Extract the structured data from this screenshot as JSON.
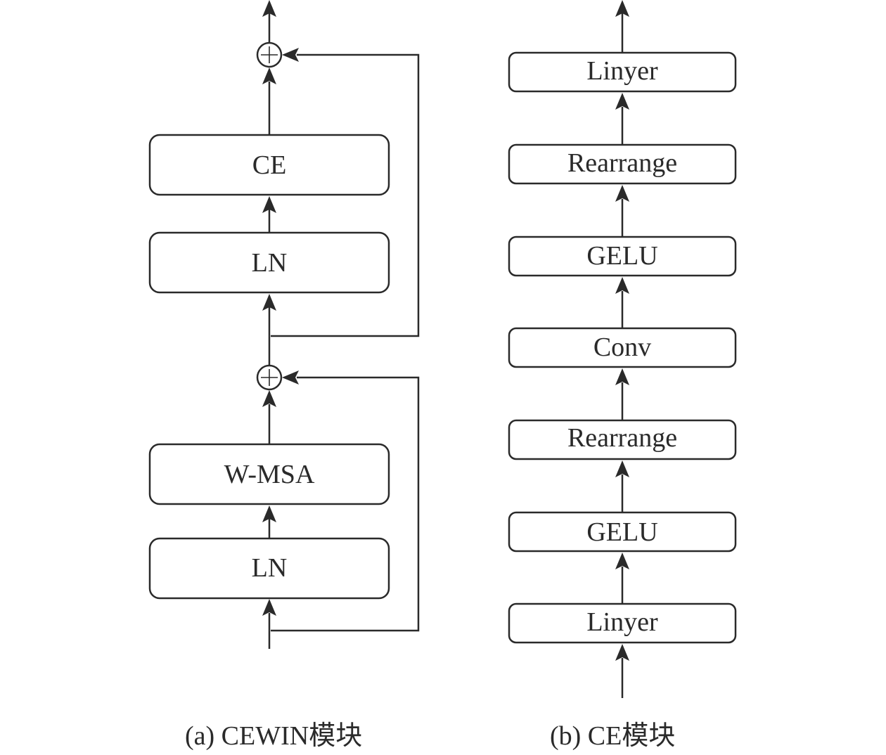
{
  "diagram_a": {
    "caption": "(a)  CEWIN模块",
    "blocks": [
      {
        "id": "ce",
        "label": "CE"
      },
      {
        "id": "ln2",
        "label": "LN"
      },
      {
        "id": "wmsa",
        "label": "W-MSA"
      },
      {
        "id": "ln1",
        "label": "LN"
      }
    ],
    "adders": [
      "add-top",
      "add-bottom"
    ],
    "flow": "input -> LN -> W-MSA -> (+ residual) -> LN -> CE -> (+ residual) -> output"
  },
  "diagram_b": {
    "caption": "(b)  CE模块",
    "blocks": [
      {
        "id": "linyer-top",
        "label": "Linyer"
      },
      {
        "id": "rearrange-top",
        "label": "Rearrange"
      },
      {
        "id": "gelu-top",
        "label": "GELU"
      },
      {
        "id": "conv",
        "label": "Conv"
      },
      {
        "id": "rearrange-bottom",
        "label": "Rearrange"
      },
      {
        "id": "gelu-bottom",
        "label": "GELU"
      },
      {
        "id": "linyer-bottom",
        "label": "Linyer"
      }
    ],
    "flow": "input -> Linyer -> GELU -> Rearrange -> Conv -> GELU -> Rearrange -> Linyer -> output"
  }
}
